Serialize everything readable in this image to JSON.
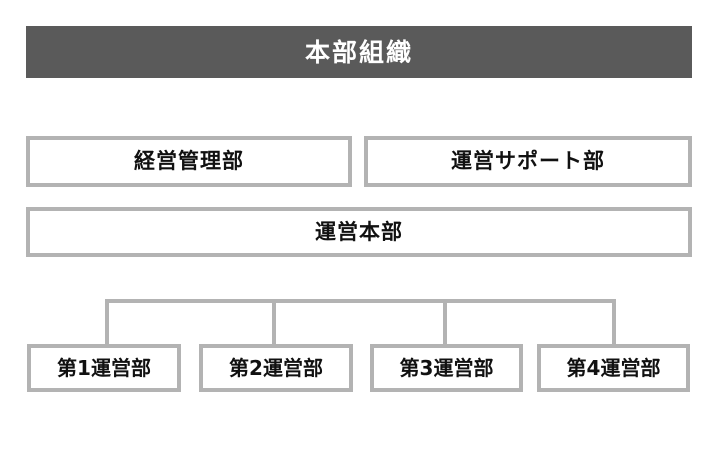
{
  "header": {
    "title": "本部組織",
    "background_color": "#5a5a5a",
    "text_color": "#ffffff"
  },
  "style": {
    "box_border_color": "#b3b3b3",
    "box_fill_color": "#ffffff",
    "box_text_color": "#111111",
    "connector_color": "#b3b3b3",
    "page_background": "#ffffff"
  },
  "chart_data": {
    "type": "diagram",
    "title": "本部組織",
    "levels": [
      {
        "level": 1,
        "nodes": [
          {
            "label": "経営管理部"
          },
          {
            "label": "運営サポート部"
          }
        ]
      },
      {
        "level": 2,
        "nodes": [
          {
            "label": "運営本部"
          }
        ]
      },
      {
        "level": 3,
        "nodes": [
          {
            "label": "第1運営部"
          },
          {
            "label": "第2運営部"
          },
          {
            "label": "第3運営部"
          },
          {
            "label": "第4運営部"
          }
        ]
      }
    ]
  }
}
